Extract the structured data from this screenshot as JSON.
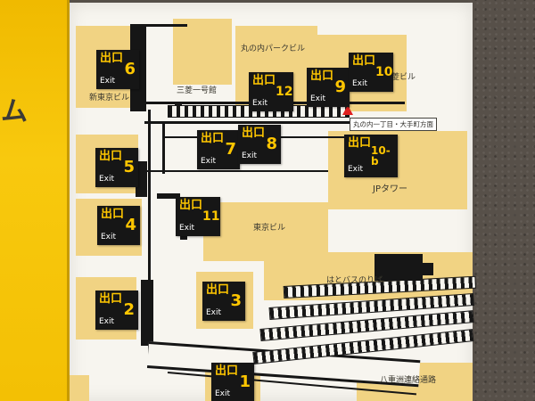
{
  "sign": {
    "partial_text": "ム"
  },
  "exit_label": {
    "kanji": "出口",
    "en": "Exit"
  },
  "exits": {
    "n6": "6",
    "n12": "12",
    "n9": "9",
    "n10": "10",
    "n5": "5",
    "n7": "7",
    "n8": "8",
    "n10b": "10-b",
    "n4": "4",
    "n11": "11",
    "n2": "2",
    "n3": "3",
    "n1": "1"
  },
  "buildings": {
    "park": "丸の内パークビル",
    "ichigokan": "三菱一号館",
    "shintokyo": "新東京ビル",
    "mitsubishi": "三菱ビル",
    "jptower": "JPタワー",
    "tokyobldg": "東京ビル",
    "hatobus": "はとバスのりば",
    "yaesu": "八重洲連絡通路"
  },
  "markers": {
    "you_are_here": "現在地",
    "direction": "丸の内一丁目・大手町方面"
  },
  "colors": {
    "sign_yellow": "#f5c400",
    "building_yellow": "#f1d383",
    "exit_bg": "#161616",
    "exit_yellow": "#ffc600",
    "red": "#e0201f",
    "panel_white": "#f7f5ef",
    "wall_brown": "#575049"
  }
}
